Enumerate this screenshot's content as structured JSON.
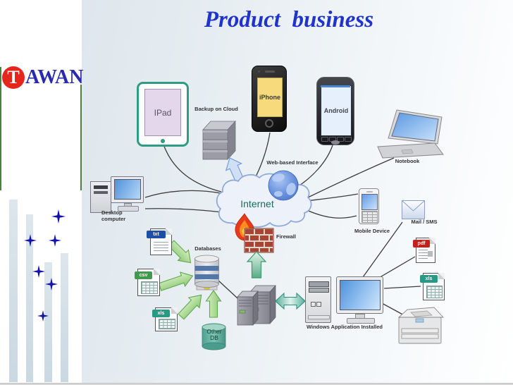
{
  "slide": {
    "title": "Product  business",
    "logo": {
      "circle_letter": "T",
      "wordmark": "AWAN"
    }
  },
  "diagram": {
    "nodes": {
      "ipad": {
        "label": "IPad"
      },
      "backup_on_cloud": {
        "label": "Backup on Cloud"
      },
      "iphone": {
        "label": "iPhone"
      },
      "android": {
        "label": "Android"
      },
      "notebook": {
        "label": "Notebook"
      },
      "desktop": {
        "label": "Desktop computer"
      },
      "web_interface": {
        "label": "Web-based Interface"
      },
      "internet": {
        "label": "Internet"
      },
      "firewall": {
        "label": "Firewall"
      },
      "mobile_device": {
        "label": "Mobile Device"
      },
      "mail_sms": {
        "label": "Mail / SMS"
      },
      "databases": {
        "label": "Databases"
      },
      "other_db": {
        "label": "Other DB"
      },
      "windows_app": {
        "label": "Windows Application Installed"
      }
    },
    "file_badges": {
      "txt": "txt",
      "csv": "csv",
      "xls_left": "xls",
      "pdf": "pdf",
      "xls_right": "xls"
    },
    "colors": {
      "title_blue": "#2033cb",
      "logo_red": "#e6261c",
      "logo_blue": "#2a2ab0",
      "internet_text_teal": "#1a6a5c",
      "accent_green": "#4e7f42",
      "star_navy": "#1313a5",
      "txt_banner": "#1e4fa4",
      "csv_banner": "#3f9a4d",
      "xls_banner": "#279a86",
      "pdf_banner": "#c6201e"
    }
  }
}
